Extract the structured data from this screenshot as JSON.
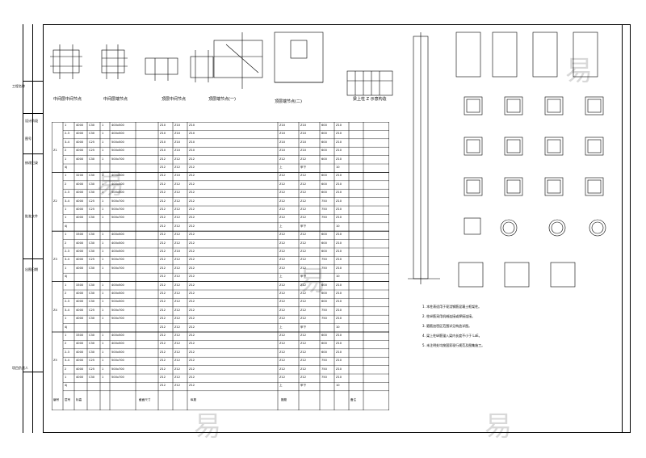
{
  "details_top": {
    "labels": [
      "中间层中间节点",
      "中间层端节点",
      "顶层中间节点",
      "顶层端节点(一)",
      "顶层端节点(二)",
      "梁上柱 Z 示意构造"
    ]
  },
  "left_strip": {
    "labels": [
      "工程名称",
      "设计阶段",
      "图号",
      "修改记录",
      "批准文件",
      "出图日期",
      "项目负责人"
    ]
  },
  "table": {
    "groups": [
      "Z1",
      "Z2",
      "Z3",
      "Z4",
      "Z5"
    ],
    "rows": [
      [
        "1",
        "4000",
        "C30",
        "1",
        "400x500",
        "Z10",
        "Z10",
        "Z10",
        "Z10",
        "Z10",
        "600",
        "Z10"
      ],
      [
        "2-3",
        "4000",
        "C30",
        "1",
        "400x500",
        "Z10",
        "Z10",
        "Z10",
        "Z10",
        "Z10",
        "600",
        "Z10"
      ],
      [
        "3-4",
        "4000",
        "C25",
        "1",
        "500x500",
        "Z10",
        "Z10",
        "Z10",
        "Z10",
        "Z10",
        "600",
        "Z10"
      ],
      [
        "2",
        "4000",
        "C25",
        "1",
        "500x500",
        "Z10",
        "Z10",
        "Z10",
        "Z10",
        "Z10",
        "600",
        "Z10"
      ],
      [
        "1",
        "4000",
        "C30",
        "1",
        "500x700",
        "Z12",
        "Z12",
        "Z12",
        "Z12",
        "Z12",
        "600",
        "Z10"
      ],
      [
        "4j",
        "",
        "",
        "",
        "",
        "Z12",
        "Z12",
        "Z12",
        "上",
        "甲下",
        "",
        "10"
      ],
      [
        "1",
        "3200",
        "C30",
        "1",
        "400x500",
        "Z12",
        "Z10",
        "Z12",
        "Z12",
        "Z12",
        "600",
        "Z10"
      ],
      [
        "2",
        "4000",
        "C30",
        "1",
        "400x500",
        "Z12",
        "Z12",
        "Z12",
        "Z12",
        "Z12",
        "600",
        "Z10"
      ],
      [
        "2-3",
        "4000",
        "C30",
        "1",
        "500x500",
        "Z12",
        "Z12",
        "Z12",
        "Z12",
        "Z12",
        "600",
        "Z10"
      ],
      [
        "3-4",
        "4000",
        "C25",
        "1",
        "500x700",
        "Z12",
        "Z12",
        "Z12",
        "Z12",
        "Z12",
        "750",
        "Z10"
      ],
      [
        "1",
        "4000",
        "C25",
        "1",
        "500x700",
        "Z12",
        "Z12",
        "Z12",
        "Z12",
        "Z12",
        "750",
        "Z10"
      ],
      [
        "1",
        "4000",
        "C30",
        "1",
        "500x700",
        "Z12",
        "Z12",
        "Z12",
        "Z12",
        "Z12",
        "750",
        "Z10"
      ],
      [
        "4j",
        "",
        "",
        "",
        "",
        "Z12",
        "Z12",
        "Z12",
        "上",
        "甲下",
        "",
        "10"
      ],
      [
        "1",
        "3300",
        "C30",
        "1",
        "400x500",
        "Z12",
        "Z12",
        "Z12",
        "Z12",
        "Z12",
        "600",
        "Z10"
      ],
      [
        "2",
        "4000",
        "C30",
        "1",
        "400x500",
        "Z12",
        "Z12",
        "Z12",
        "Z12",
        "Z12",
        "600",
        "Z10"
      ],
      [
        "2-3",
        "4000",
        "C30",
        "1",
        "400x500",
        "Z12",
        "Z10",
        "Z12",
        "Z12",
        "Z12",
        "600",
        "Z10"
      ],
      [
        "3-4",
        "4000",
        "C25",
        "1",
        "500x700",
        "Z12",
        "Z12",
        "Z12",
        "Z12",
        "Z12",
        "750",
        "Z10"
      ],
      [
        "1",
        "4000",
        "C30",
        "1",
        "500x700",
        "Z12",
        "Z12",
        "Z12",
        "Z12",
        "Z12",
        "750",
        "Z10"
      ],
      [
        "4j",
        "",
        "",
        "",
        "",
        "Z12",
        "Z12",
        "Z12",
        "上",
        "甲下",
        "",
        "10"
      ],
      [
        "1",
        "3300",
        "C30",
        "1",
        "400x500",
        "Z12",
        "Z12",
        "Z12",
        "Z12",
        "Z12",
        "600",
        "Z10"
      ],
      [
        "2",
        "4000",
        "C30",
        "1",
        "400x500",
        "Z12",
        "Z12",
        "Z12",
        "Z12",
        "Z12",
        "600",
        "Z10"
      ],
      [
        "2-3",
        "4000",
        "C30",
        "1",
        "500x500",
        "Z12",
        "Z12",
        "Z12",
        "Z12",
        "Z12",
        "600",
        "Z10"
      ],
      [
        "3-4",
        "4000",
        "C25",
        "1",
        "500x700",
        "Z12",
        "Z12",
        "Z12",
        "Z12",
        "Z12",
        "750",
        "Z10"
      ],
      [
        "1",
        "4000",
        "C30",
        "1",
        "500x700",
        "Z12",
        "Z12",
        "Z12",
        "Z12",
        "Z12",
        "750",
        "Z10"
      ],
      [
        "4j",
        "",
        "",
        "",
        "",
        "Z12",
        "Z12",
        "Z12",
        "上",
        "甲下",
        "",
        "10"
      ],
      [
        "1",
        "3300",
        "C30",
        "1",
        "400x500",
        "Z12",
        "Z12",
        "Z12",
        "Z12",
        "Z12",
        "600",
        "Z10"
      ],
      [
        "2",
        "4000",
        "C30",
        "1",
        "400x500",
        "Z12",
        "Z12",
        "Z12",
        "Z12",
        "Z12",
        "600",
        "Z10"
      ],
      [
        "2-3",
        "4000",
        "C30",
        "1",
        "500x500",
        "Z12",
        "Z12",
        "Z12",
        "Z12",
        "Z12",
        "600",
        "Z10"
      ],
      [
        "3-4",
        "4000",
        "C25",
        "1",
        "500x700",
        "Z12",
        "Z12",
        "Z12",
        "Z12",
        "Z12",
        "750",
        "Z10"
      ],
      [
        "2",
        "4000",
        "C25",
        "1",
        "500x700",
        "Z12",
        "Z12",
        "Z12",
        "Z12",
        "Z12",
        "750",
        "Z10"
      ],
      [
        "1",
        "4000",
        "C30",
        "1",
        "500x700",
        "Z12",
        "Z12",
        "Z12",
        "Z12",
        "Z12",
        "750",
        "Z10"
      ],
      [
        "4j",
        "",
        "",
        "",
        "",
        "Z12",
        "Z12",
        "Z12",
        "上",
        "甲下",
        "",
        "10"
      ]
    ],
    "footer": [
      "编号",
      "层号",
      "标高",
      "截面尺寸",
      "纵筋",
      "箍筋",
      "备注"
    ]
  },
  "notes": {
    "lines": [
      "1. 本柱表适用于现浇钢筋混凝土框架柱。",
      "2. 柱纵筋采用机械连接或焊接连接。",
      "3. 箍筋加密区范围详见构造详图。",
      "4. 梁上柱纵筋锚入梁内长度不小于 LaE。",
      "5. 未注明处均按国家现行规范及图集施工。"
    ]
  },
  "watermark": "易"
}
